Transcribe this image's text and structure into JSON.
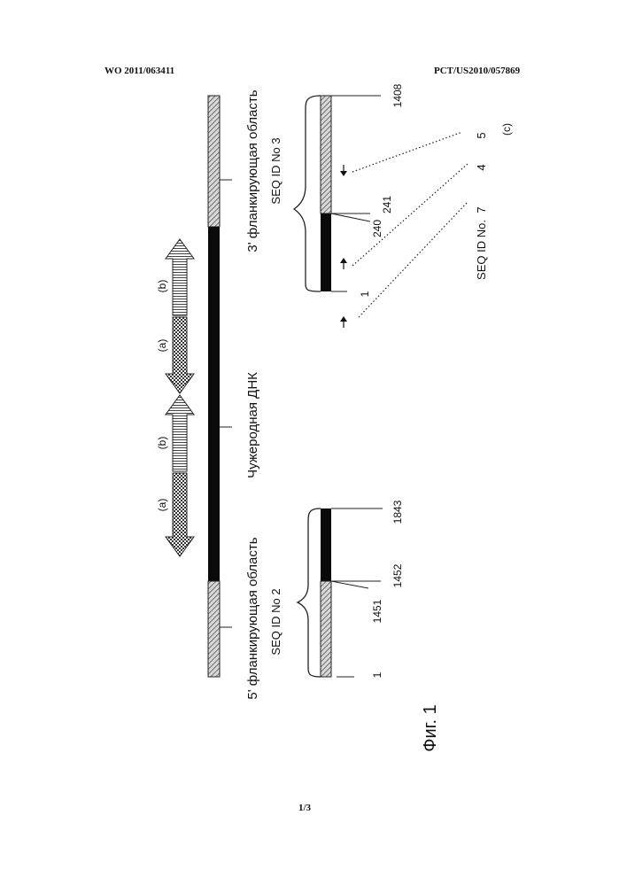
{
  "header": {
    "publication_number": "WO 2011/063411",
    "application_number": "PCT/US2010/057869"
  },
  "footer": {
    "page": "1/3"
  },
  "figure": {
    "title": "Фиг. 1",
    "labels": {
      "flank5": "5' фланкирующая область",
      "foreign_dna": "Чужеродная ДНК",
      "flank3": "3' фланкирующая область",
      "seq2": "SEQ ID No 2",
      "seq3": "SEQ ID No 3",
      "seq_id_no": "SEQ ID No."
    },
    "arrow_labels": {
      "a": "(a)",
      "b": "(b)",
      "c": "(c)"
    },
    "seq2_positions": {
      "start": "1",
      "end_flank": "1451",
      "start_insert": "1452",
      "end": "1843"
    },
    "seq3_positions": {
      "start": "1",
      "end_insert": "240",
      "start_flank": "241",
      "end": "1408"
    },
    "primer_seq_ids": [
      "7",
      "4",
      "5"
    ]
  }
}
